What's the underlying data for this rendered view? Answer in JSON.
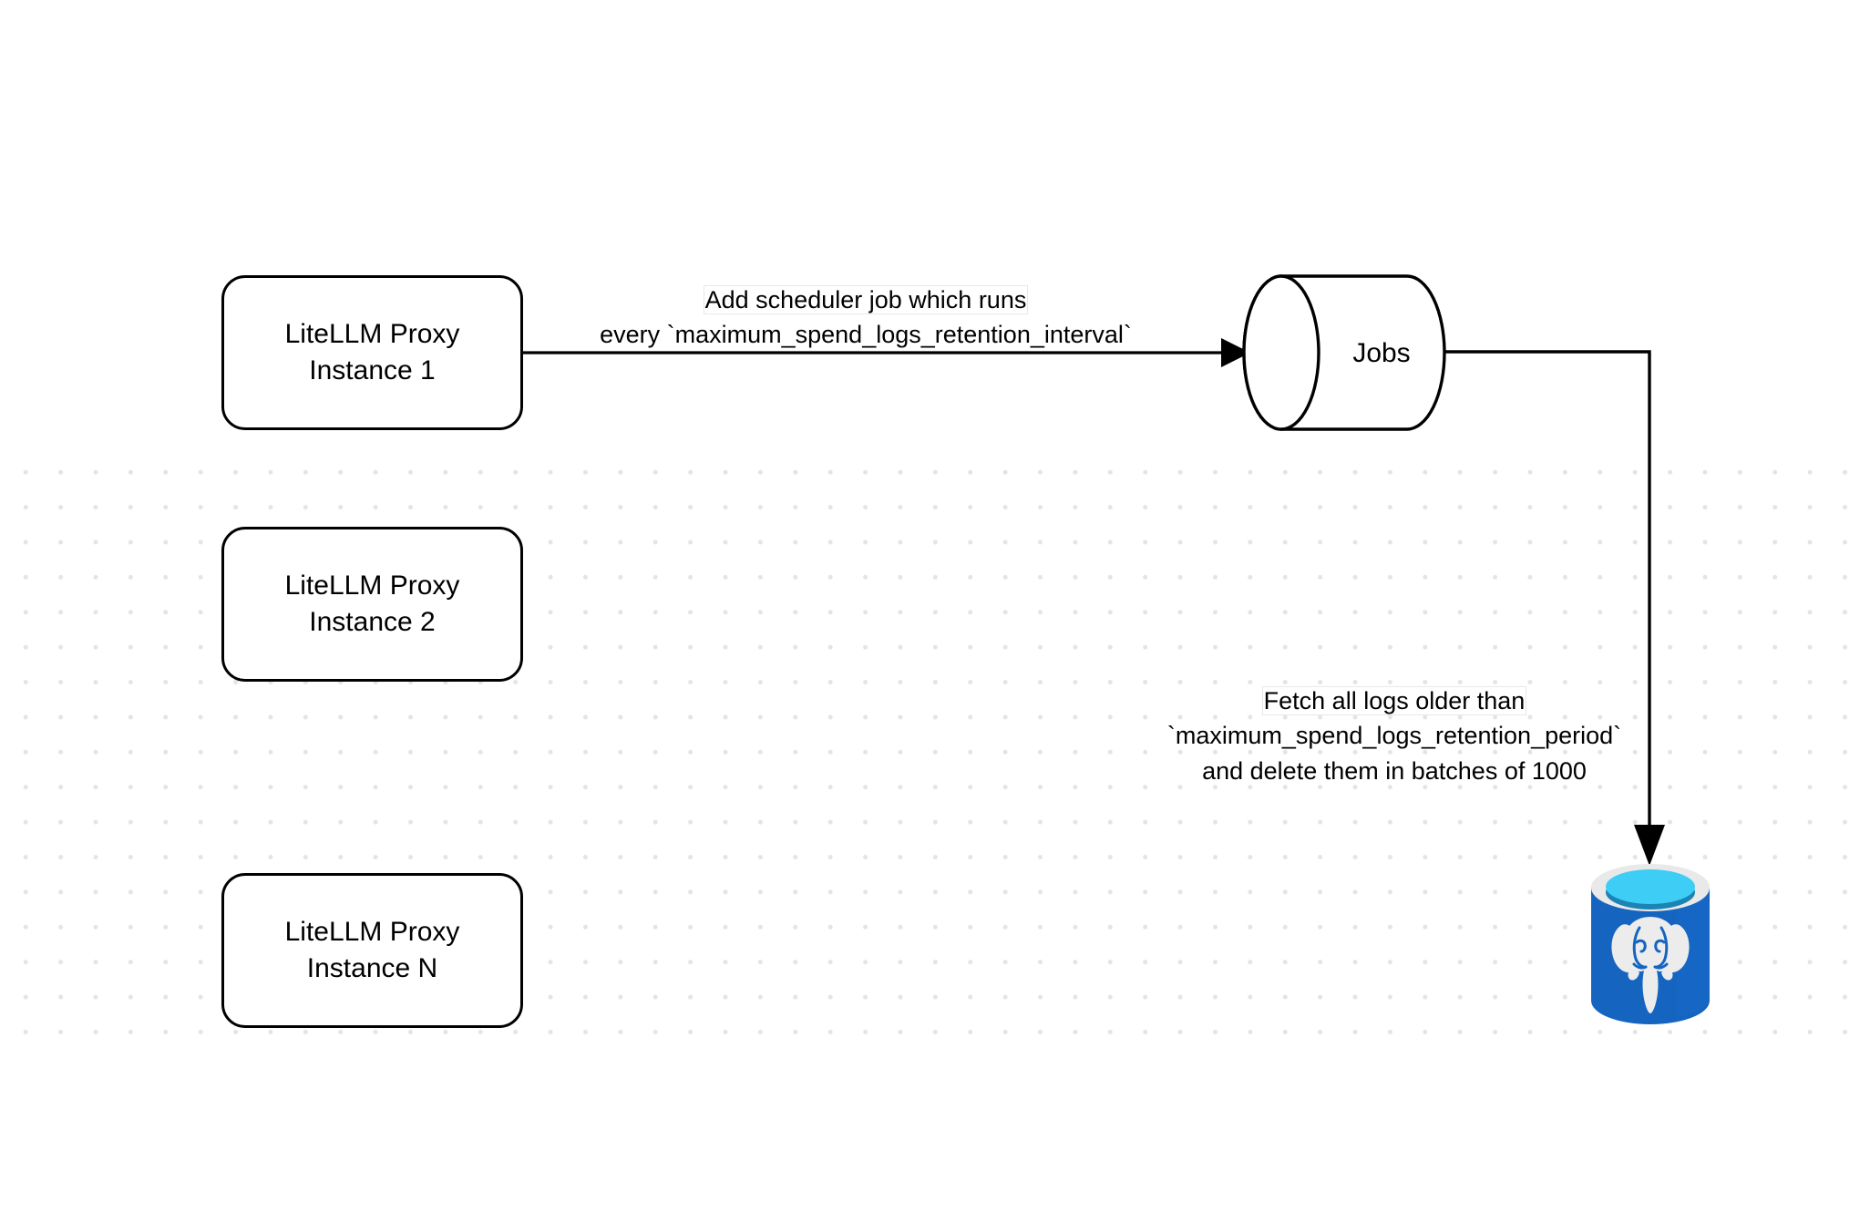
{
  "diagram": {
    "title": "LiteLLM spend logs retention scheduler flow",
    "background_color": "#ffffff",
    "dot_grid_color": "#e4e4e4",
    "stroke_color": "#000000",
    "nodes": {
      "proxy_instances": [
        {
          "id": "proxy-1",
          "line1": "LiteLLM Proxy",
          "line2": "Instance 1"
        },
        {
          "id": "proxy-2",
          "line1": "LiteLLM Proxy",
          "line2": "Instance 2"
        },
        {
          "id": "proxy-3",
          "line1": "LiteLLM Proxy",
          "line2": "Instance N"
        }
      ],
      "jobs": {
        "label": "Jobs",
        "shape": "cylinder"
      },
      "database": {
        "icon": "postgresql-database-icon",
        "body_color": "#1565c0",
        "top_fill_color": "#3dcdf5",
        "rim_color": "#e8e8e8",
        "inner_shadow_color": "#1b84b5",
        "elephant_color": "#ececec"
      }
    },
    "edges": [
      {
        "id": "edge-scheduler",
        "from": "proxy-1",
        "to": "jobs",
        "label_lines": [
          "Add scheduler job which runs",
          "every `maximum_spend_logs_retention_interval`"
        ],
        "highlighted_fragment": "Add scheduler"
      },
      {
        "id": "edge-fetch",
        "from": "jobs",
        "to": "database",
        "label_lines": [
          "Fetch all logs older than",
          "`maximum_spend_logs_retention_period`",
          "and delete them in batches of 1000"
        ],
        "highlighted_fragment": "Fetch all logs older than"
      }
    ]
  }
}
